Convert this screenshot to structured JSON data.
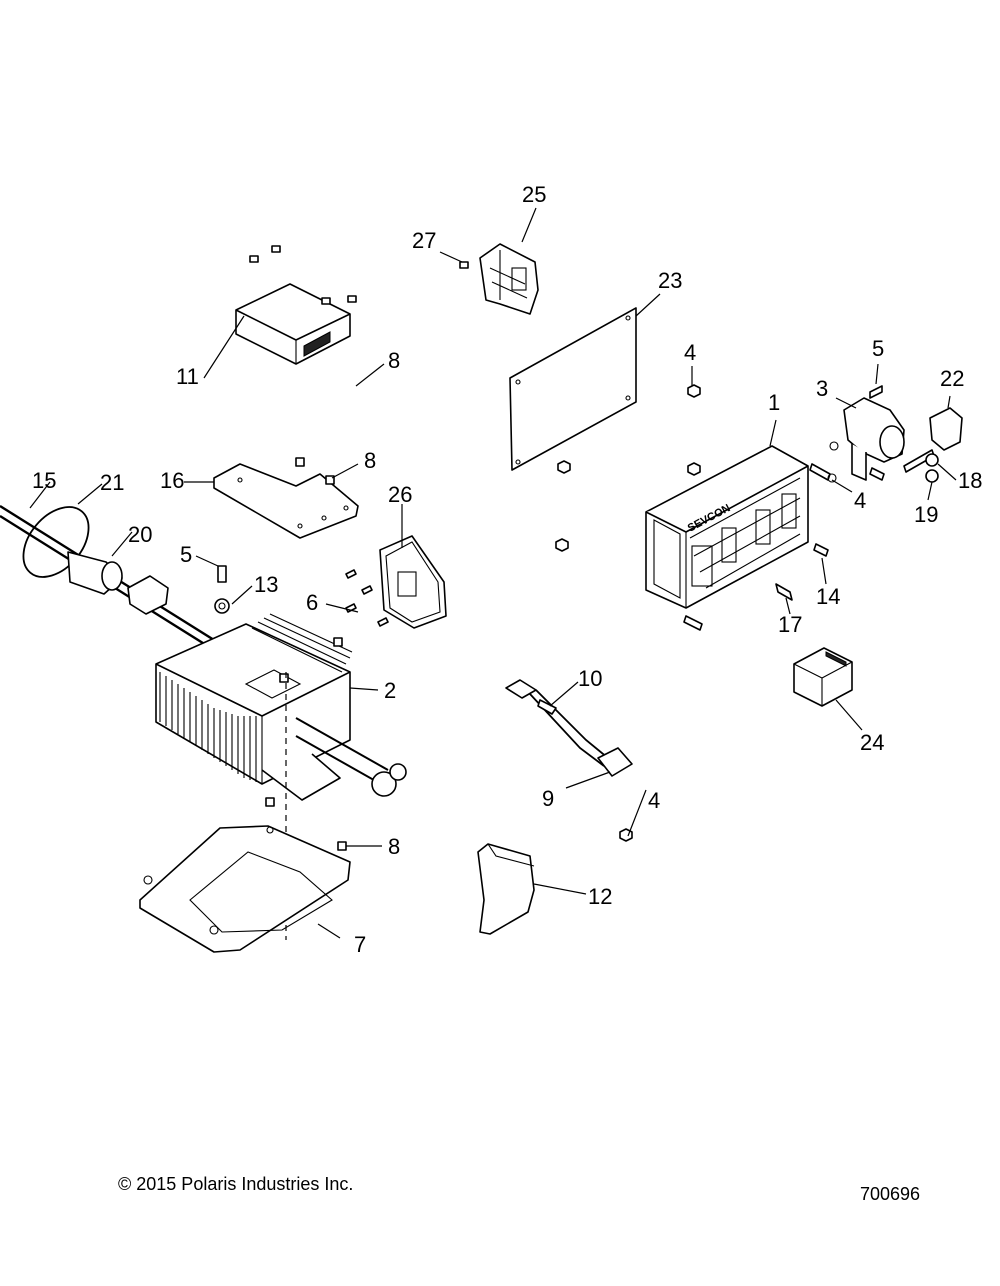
{
  "callouts": {
    "c1": "1",
    "c2": "2",
    "c3": "3",
    "c4a": "4",
    "c4b": "4",
    "c4c": "4",
    "c5a": "5",
    "c5b": "5",
    "c6": "6",
    "c7": "7",
    "c8a": "8",
    "c8b": "8",
    "c8c": "8",
    "c9": "9",
    "c10": "10",
    "c11": "11",
    "c12": "12",
    "c13": "13",
    "c14": "14",
    "c15": "15",
    "c16": "16",
    "c17": "17",
    "c18": "18",
    "c19": "19",
    "c20": "20",
    "c21": "21",
    "c22": "22",
    "c23": "23",
    "c24": "24",
    "c25": "25",
    "c26": "26",
    "c27": "27"
  },
  "controller_brand": "SEVCON",
  "footer": {
    "copyright": "© 2015 Polaris Industries Inc.",
    "drawing_number": "700696"
  }
}
